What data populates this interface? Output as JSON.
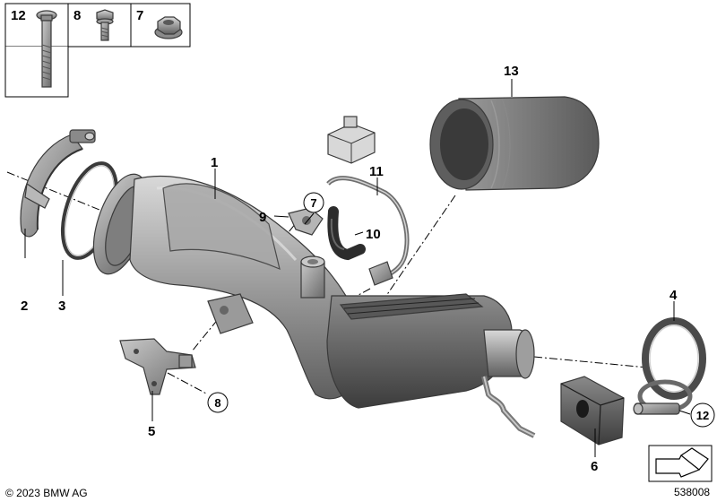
{
  "parts_box": {
    "items": [
      {
        "number": "12",
        "icon": "bolt-with-washer-icon"
      },
      {
        "number": "8",
        "icon": "short-bolt-icon"
      },
      {
        "number": "7",
        "icon": "flange-nut-icon"
      }
    ]
  },
  "callouts": {
    "c1": "1",
    "c2": "2",
    "c3": "3",
    "c4": "4",
    "c5": "5",
    "c6": "6",
    "c7": "7",
    "c8": "8",
    "c9": "9",
    "c10": "10",
    "c11": "11",
    "c12": "12",
    "c13": "13"
  },
  "footer": {
    "copyright": "© 2023 BMW AG",
    "diagram_number": "538008"
  },
  "colors": {
    "metal_dark": "#6f6f6f",
    "metal_mid": "#9a9a9a",
    "metal_light": "#cfcfcf",
    "rubber": "#3c3c3c"
  }
}
